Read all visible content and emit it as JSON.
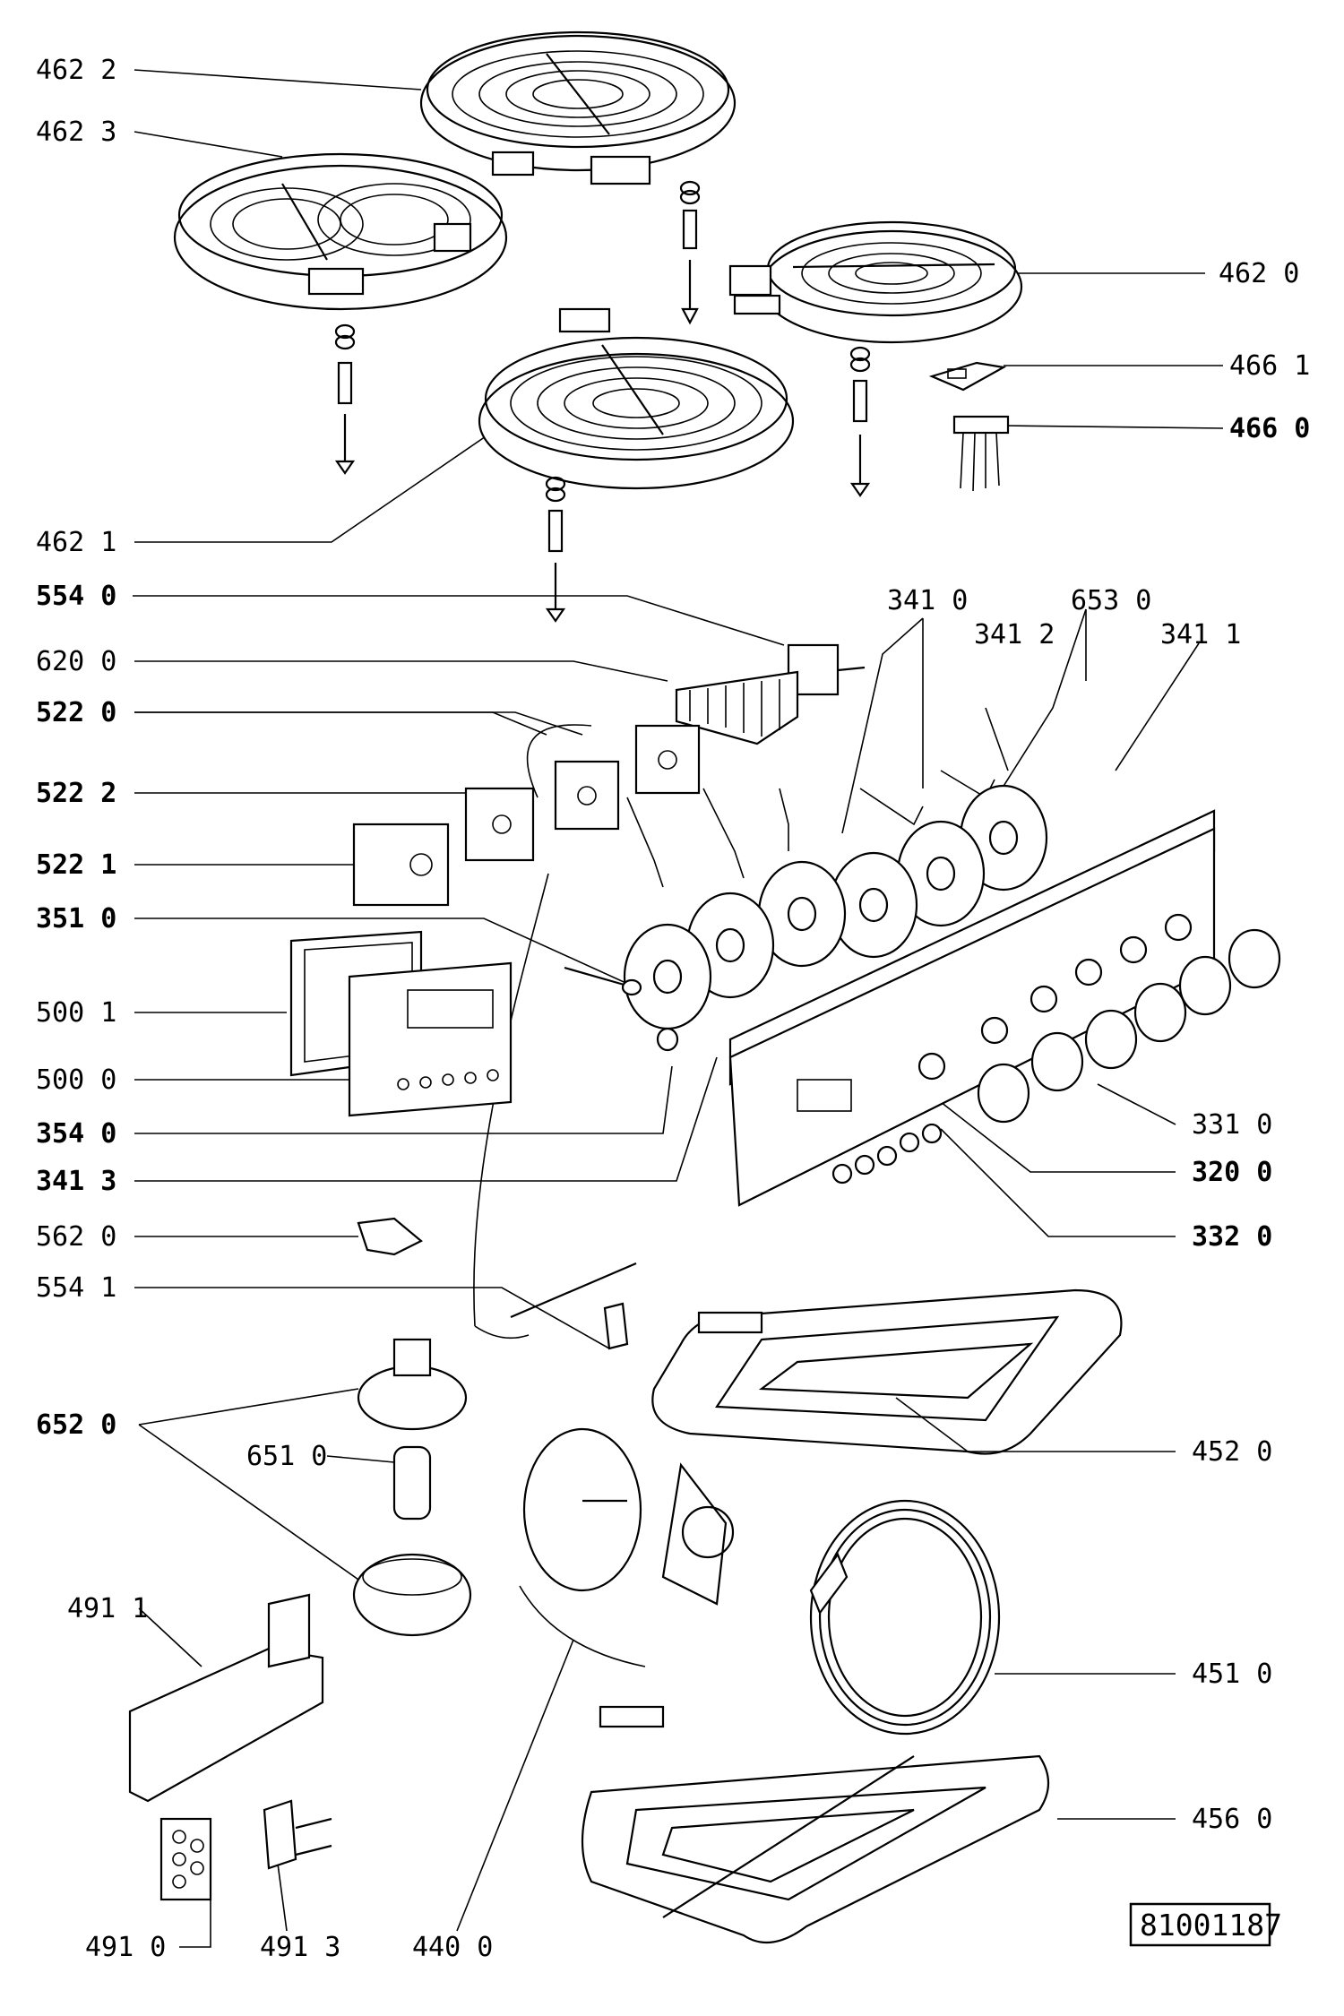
{
  "labels": {
    "l4622": "462 2",
    "l4623": "462 3",
    "l4620": "462 0",
    "l4661": "466 1",
    "l4660": "466 0",
    "l4621": "462 1",
    "l5540": "554 0",
    "l3410": "341 0",
    "l6530": "653 0",
    "l3412": "341 2",
    "l3411": "341 1",
    "l6200": "620 0",
    "l5220": "522 0",
    "l5222": "522 2",
    "l5221": "522 1",
    "l3510": "351 0",
    "l5001": "500 1",
    "l5000": "500 0",
    "l3540": "354 0",
    "l3413": "341 3",
    "l3310": "331 0",
    "l3200": "320 0",
    "l3320": "332 0",
    "l5620": "562 0",
    "l5541": "554 1",
    "l6520": "652 0",
    "l6510": "651 0",
    "l4520": "452 0",
    "l4911": "491 1",
    "l4510": "451 0",
    "l4560": "456 0",
    "l4910": "491 0",
    "l4913": "491 3",
    "l4400": "440 0"
  },
  "doc_number": "81001187"
}
